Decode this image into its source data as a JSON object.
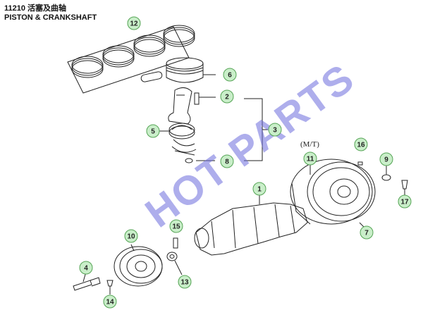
{
  "header": {
    "code_title": "11210 活塞及曲轴",
    "subtitle": "PISTON & CRANKSHAFT"
  },
  "watermark": "HOT PARTS",
  "transmission_label": "(M/T)",
  "callouts": [
    {
      "id": "1",
      "label": "1",
      "part": "crankshaft"
    },
    {
      "id": "2",
      "label": "2",
      "part": "connecting-rod-bolt"
    },
    {
      "id": "3",
      "label": "3",
      "part": "connecting-rod"
    },
    {
      "id": "4",
      "label": "4",
      "part": "pulley-bolt"
    },
    {
      "id": "5",
      "label": "5",
      "part": "connecting-rod-bearing"
    },
    {
      "id": "6",
      "label": "6",
      "part": "piston"
    },
    {
      "id": "7",
      "label": "7",
      "part": "flywheel"
    },
    {
      "id": "8",
      "label": "8",
      "part": "connecting-rod-nut"
    },
    {
      "id": "9",
      "label": "9",
      "part": "pilot-bearing"
    },
    {
      "id": "10",
      "label": "10",
      "part": "crankshaft-pulley"
    },
    {
      "id": "11",
      "label": "11",
      "part": "ring-gear"
    },
    {
      "id": "12",
      "label": "12",
      "part": "piston-ring-set"
    },
    {
      "id": "13",
      "label": "13",
      "part": "washer"
    },
    {
      "id": "14",
      "label": "14",
      "part": "woodruff-key"
    },
    {
      "id": "15",
      "label": "15",
      "part": "pin"
    },
    {
      "id": "16",
      "label": "16",
      "part": "dowel-pin"
    },
    {
      "id": "17",
      "label": "17",
      "part": "flywheel-bolt"
    }
  ],
  "colors": {
    "callout_fill": "#c9eec9",
    "callout_stroke": "#55a455",
    "line": "#222222",
    "watermark": "#6b6bdc"
  }
}
